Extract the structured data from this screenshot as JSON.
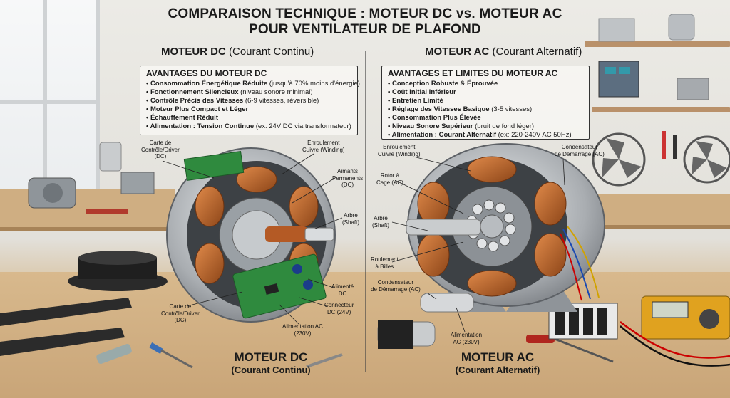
{
  "title": {
    "line1": "COMPARAISON TECHNIQUE : MOTEUR DC vs. MOTEUR AC",
    "line2": "POUR VENTILATEUR DE PLAFOND"
  },
  "dc": {
    "heading": "MOTEUR DC",
    "heading_sub": "(Courant Continu)",
    "box_title": "AVANTAGES DU MOTEUR DC",
    "items": [
      {
        "bold": "Consommation Énergétique Réduite",
        "rest": " (jusqu'à 70% moins d'énergie)"
      },
      {
        "bold": "Fonctionnement Silencieux",
        "rest": " (niveau sonore minimal)"
      },
      {
        "bold": "Contrôle Précis des Vitesses",
        "rest": " (6-9 vitesses, réversible)"
      },
      {
        "bold": "Moteur Plus Compact et Léger",
        "rest": ""
      },
      {
        "bold": "Échauffement Réduit",
        "rest": ""
      },
      {
        "bold": "Alimentation : Tension Continue",
        "rest": " (ex: 24V DC via transformateur)"
      }
    ],
    "labels": {
      "board_top": "Carte de\nContrôle/Driver\n(DC)",
      "winding": "Enroulement\nCuivre (Winding)",
      "magnets": "Aimants\nPermanents\n(DC)",
      "shaft": "Arbre\n(Shaft)",
      "board_bottom": "Carte de\nContrôle/Driver\n(DC)",
      "power_dc": "Alimenté\nDC",
      "connector": "Connecteur\nDC (24V)",
      "power_ac": "Alimentation AC\n(230V)"
    },
    "caption_main": "MOTEUR DC",
    "caption_sub": "(Courant Continu)"
  },
  "ac": {
    "heading": "MOTEUR AC",
    "heading_sub": "(Courant Alternatif)",
    "box_title": "AVANTAGES ET LIMITES DU MOTEUR AC",
    "items": [
      {
        "bold": "Conception Robuste & Éprouvée",
        "rest": ""
      },
      {
        "bold": "Coût Initial Inférieur",
        "rest": ""
      },
      {
        "bold": "Entretien Limité",
        "rest": ""
      },
      {
        "bold": "Réglage des Vitesses Basique",
        "rest": " (3-5 vitesses)"
      },
      {
        "bold": "Consommation Plus Élevée",
        "rest": ""
      },
      {
        "bold": "Niveau Sonore Supérieur",
        "rest": " (bruit de fond léger)"
      },
      {
        "bold": "Alimentation : Courant Alternatif",
        "rest": " (ex: 220-240V AC 50Hz)"
      }
    ],
    "labels": {
      "winding": "Enroulement\nCuivre (Winding)",
      "capacitor_top": "Condensateur\nde Démarrage (AC)",
      "rotor": "Rotor à\nCage (AC)",
      "shaft": "Arbre\n(Shaft)",
      "bearing": "Roulement\nà Billes",
      "capacitor_bottom": "Condensateur\nde Démarrage (AC)",
      "power": "Alimentation\nAC (230V)"
    },
    "caption_main": "MOTEUR AC",
    "caption_sub": "(Courant Alternatif)"
  },
  "colors": {
    "copper": "#c46b2e",
    "steel": "#a9adb1",
    "pcb": "#2f8a3e",
    "wood": "#d3b185"
  }
}
